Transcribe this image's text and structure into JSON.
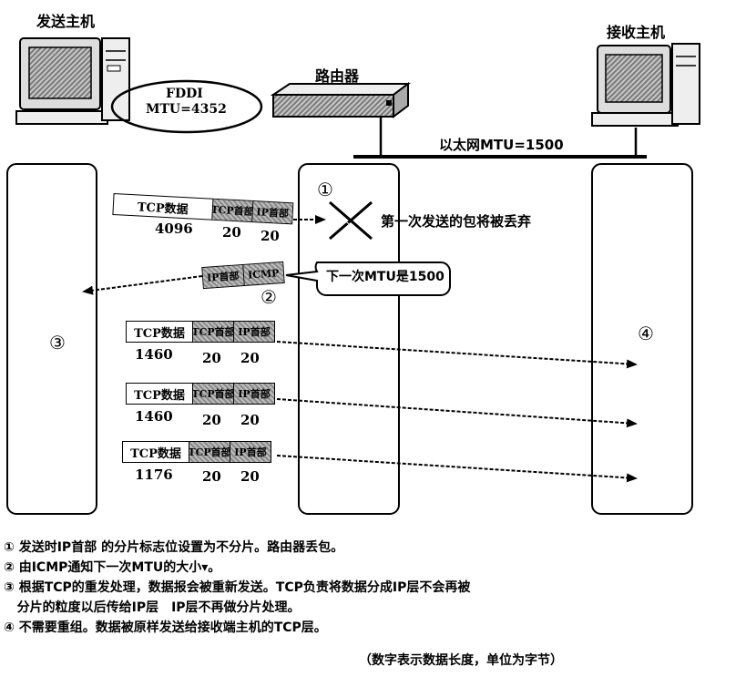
{
  "hosts": {
    "sender": "发送主机",
    "receiver": "接收主机",
    "router": "路由器"
  },
  "links": {
    "fddi": "FDDI",
    "fddi_mtu": "MTU=4352",
    "ethernet_mtu": "以太网MTU=1500"
  },
  "markers": {
    "m1": "①",
    "m2": "②",
    "m3": "③",
    "m4": "④"
  },
  "first_packet": {
    "data_label": "TCP数据",
    "tcp_header": "TCP首部",
    "ip_header": "IP首部",
    "data_size": "4096",
    "tcp_size": "20",
    "ip_size": "20"
  },
  "drop_label": "第一次发送的包将被丢弃",
  "icmp_packet": {
    "ip_header": "IP首部",
    "icmp": "ICMP"
  },
  "callout": "下一次MTU是1500",
  "segments": [
    {
      "data_label": "TCP数据",
      "tcp_header": "TCP首部",
      "ip_header": "IP首部",
      "data_size": "1460",
      "tcp_size": "20",
      "ip_size": "20"
    },
    {
      "data_label": "TCP数据",
      "tcp_header": "TCP首部",
      "ip_header": "IP首部",
      "data_size": "1460",
      "tcp_size": "20",
      "ip_size": "20"
    },
    {
      "data_label": "TCP数据",
      "tcp_header": "TCP首部",
      "ip_header": "IP首部",
      "data_size": "1176",
      "tcp_size": "20",
      "ip_size": "20"
    }
  ],
  "notes": [
    "① 发送时IP首部 的分片标志位设置为不分片。路由器丢包。",
    "② 由ICMP通知下一次MTU的大小▾。",
    "③ 根据TCP的重发处理，数据报会被重新发送。TCP负责将数据分成IP层不会再被",
    "   分片的粒度以后传给IP层　IP层不再做分片处理。",
    "④ 不需要重组。数据被原样发送给接收端主机的TCP层。"
  ],
  "footnote": "（数字表示数据长度，单位为字节）"
}
